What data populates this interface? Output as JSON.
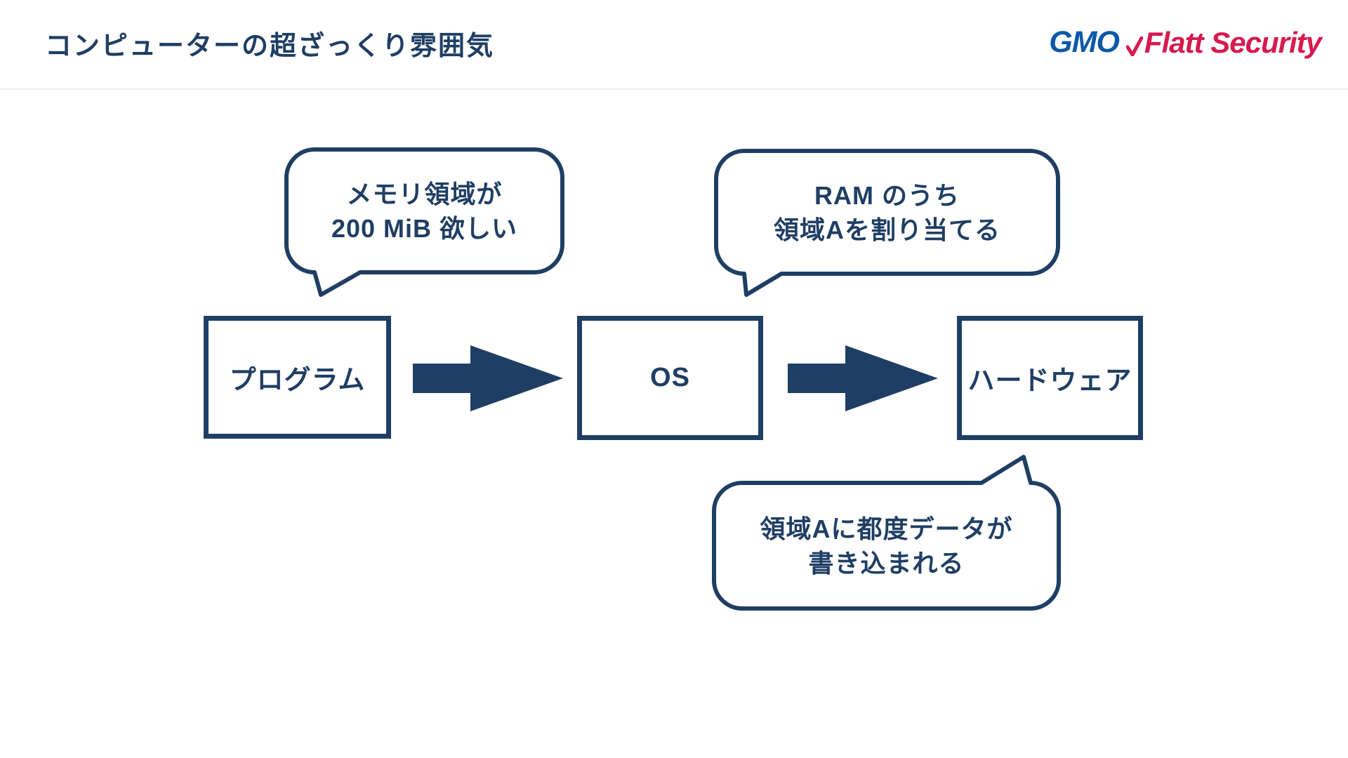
{
  "slide": {
    "title": "コンピューターの超ざっくり雰囲気"
  },
  "logo": {
    "gmo": "GMO",
    "flatt": "Flatt Security"
  },
  "colors": {
    "navy": "#1f3e64",
    "gmo_blue": "#0a59a8",
    "flatt_red": "#d61a4f",
    "background": "#ffffff",
    "divider": "#f0f0f1"
  },
  "diagram": {
    "nodes": [
      {
        "label": "プログラム"
      },
      {
        "label": "OS"
      },
      {
        "label": "ハードウェア"
      }
    ],
    "arrows": [
      {
        "name": "program-to-os"
      },
      {
        "name": "os-to-hardware"
      }
    ],
    "bubbles": [
      {
        "lines": [
          "メモリ領域が",
          "200 MiB 欲しい"
        ]
      },
      {
        "lines": [
          "RAM のうち",
          "領域Aを割り当てる"
        ]
      },
      {
        "lines": [
          "領域Aに都度データが",
          "書き込まれる"
        ]
      }
    ]
  }
}
